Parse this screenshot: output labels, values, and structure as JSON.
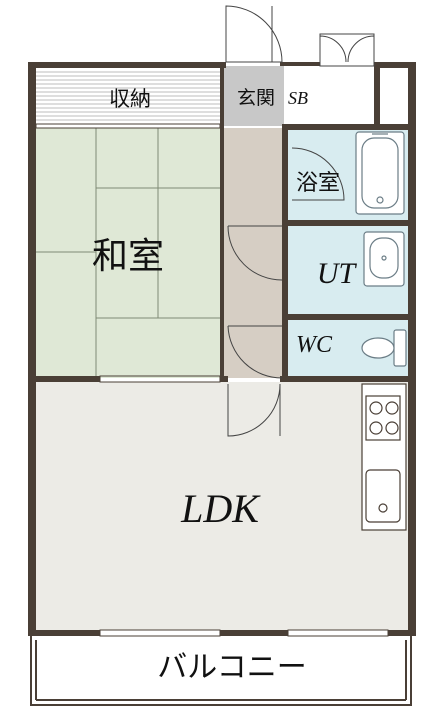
{
  "floor_plan": {
    "rooms": {
      "storage": "収納",
      "washitsu": "和室",
      "entrance": "玄関",
      "shoebox": "SB",
      "bath": "浴室",
      "utility": "UT",
      "toilet": "WC",
      "ldk": "LDK",
      "balcony": "バルコニー"
    },
    "colors": {
      "tatami": "#dfe8d6",
      "wet_area": "#d8ecf0",
      "ldk_floor": "#ecebe6",
      "corridor": "#d6cec4",
      "entrance_floor": "#c8c8c8",
      "wall": "#4a3f36",
      "fixture": "#6b7d86"
    }
  }
}
